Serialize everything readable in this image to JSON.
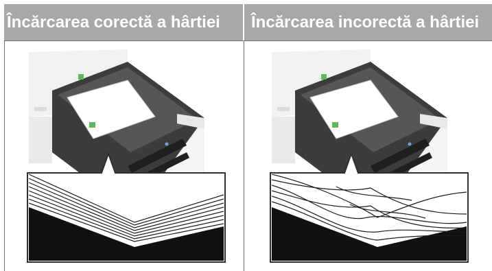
{
  "table": {
    "columns": [
      {
        "header": "Încărcarea corectă a hârtiei",
        "illustration": "correctly-loaded-paper-tray"
      },
      {
        "header": "Încărcarea incorectă a hârtiei",
        "illustration": "incorrectly-loaded-curled-paper-tray"
      }
    ]
  },
  "colors": {
    "header_bg": "#a8a8a8",
    "header_text": "#ffffff",
    "rule": "#6e6e6e",
    "accent_green": "#5cb85c"
  }
}
